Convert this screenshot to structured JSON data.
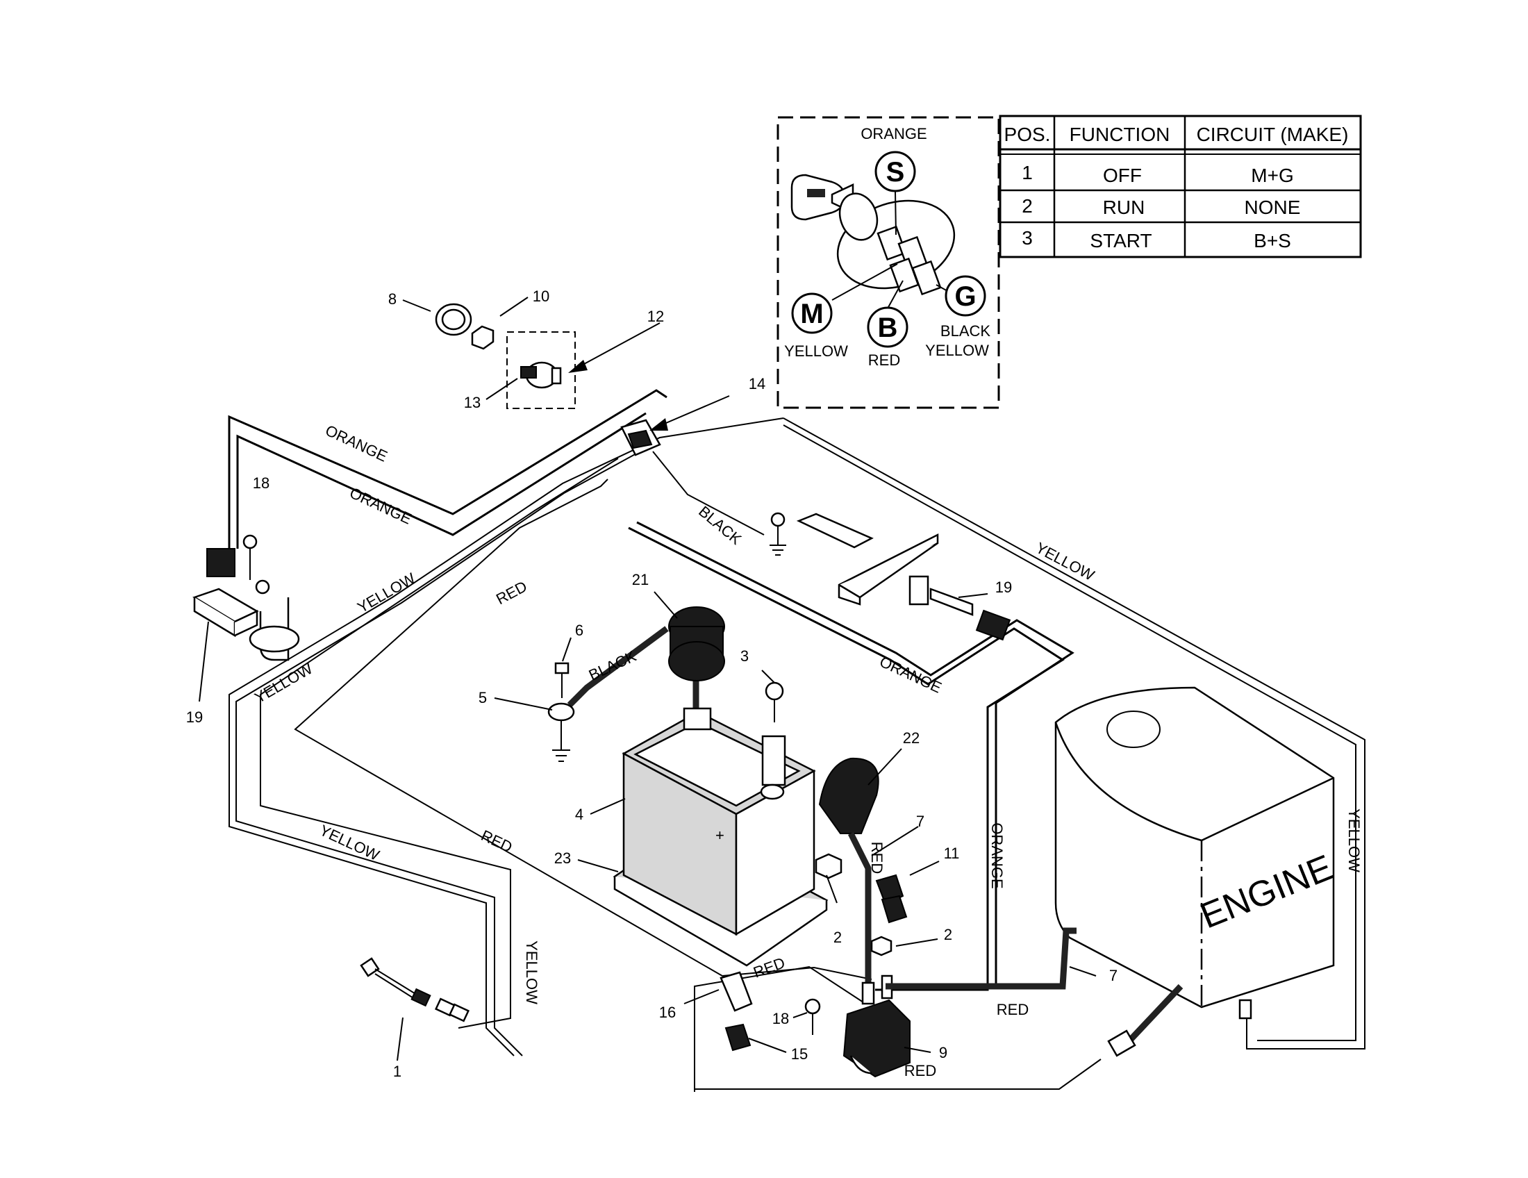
{
  "switch_table": {
    "headers": [
      "POS.",
      "FUNCTION",
      "CIRCUIT  (MAKE)"
    ],
    "rows": [
      [
        "1",
        "OFF",
        "M+G"
      ],
      [
        "2",
        "RUN",
        "NONE"
      ],
      [
        "3",
        "START",
        "B+S"
      ]
    ]
  },
  "inset": {
    "terminals": {
      "s": "S",
      "m": "M",
      "b": "B",
      "g": "G"
    },
    "wire_labels": {
      "orange": "ORANGE",
      "yellow_m": "YELLOW",
      "red_b": "RED",
      "black_g": "BLACK",
      "yellow_g": "YELLOW"
    }
  },
  "wire_labels": {
    "orange_top": "ORANGE",
    "orange_top2": "ORANGE",
    "black_14": "BLACK",
    "yellow_right": "YELLOW",
    "yellow_left": "YELLOW",
    "red_left": "RED",
    "yellow_left2": "YELLOW",
    "black_cable": "BLACK",
    "orange_mid": "ORANGE",
    "yellow_lower": "YELLOW",
    "red_lower": "RED",
    "yellow_vertical": "YELLOW",
    "red_cable7": "RED",
    "orange_vertical": "ORANGE",
    "yellow_engine": "YELLOW",
    "red_16": "RED",
    "red_solenoid": "RED",
    "red_bottom": "RED"
  },
  "engine_label": "ENGINE",
  "callouts": {
    "c1": "1",
    "c2a": "2",
    "c2b": "2",
    "c3": "3",
    "c4": "4",
    "c5": "5",
    "c6": "6",
    "c7a": "7",
    "c7b": "7",
    "c8": "8",
    "c9": "9",
    "c10": "10",
    "c11": "11",
    "c12": "12",
    "c13": "13",
    "c14": "14",
    "c15": "15",
    "c16": "16",
    "c18a": "18",
    "c18b": "18",
    "c19a": "19",
    "c19b": "19",
    "c21": "21",
    "c22": "22",
    "c23": "23"
  }
}
